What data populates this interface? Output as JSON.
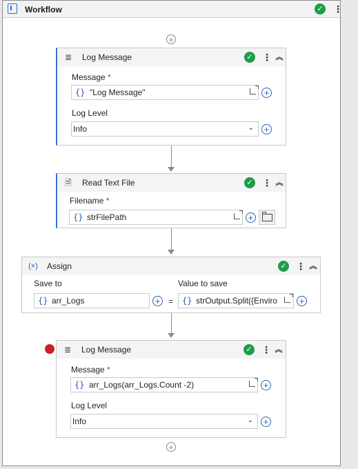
{
  "workflow": {
    "title": "Workflow"
  },
  "activities": {
    "log1": {
      "title": "Log Message",
      "message_label": "Message",
      "required_mark": "*",
      "message_value": "\"Log Message\"",
      "level_label": "Log Level",
      "level_value": "Info"
    },
    "read": {
      "title": "Read Text File",
      "filename_label": "Filename",
      "required_mark": "*",
      "filename_value": "strFilePath"
    },
    "assign": {
      "title": "Assign",
      "save_to_label": "Save to",
      "value_label": "Value to save",
      "save_to_value": "arr_Logs",
      "value_value": "strOutput.Split({Enviro",
      "equals": "="
    },
    "log2": {
      "title": "Log Message",
      "message_label": "Message",
      "required_mark": "*",
      "message_value": "arr_Logs(arr_Logs.Count -2)",
      "level_label": "Log Level",
      "level_value": "Info"
    }
  },
  "icons": {
    "status": "check-circle-icon",
    "menu": "kebab-icon",
    "collapse": "collapse-icon",
    "add": "plus-circle-icon",
    "expression": "braces-icon",
    "folder": "folder-icon",
    "breakpoint": "breakpoint-icon"
  },
  "colors": {
    "accent": "#2a5fb3",
    "success": "#1e9c4a",
    "breakpoint": "#c8202a"
  }
}
